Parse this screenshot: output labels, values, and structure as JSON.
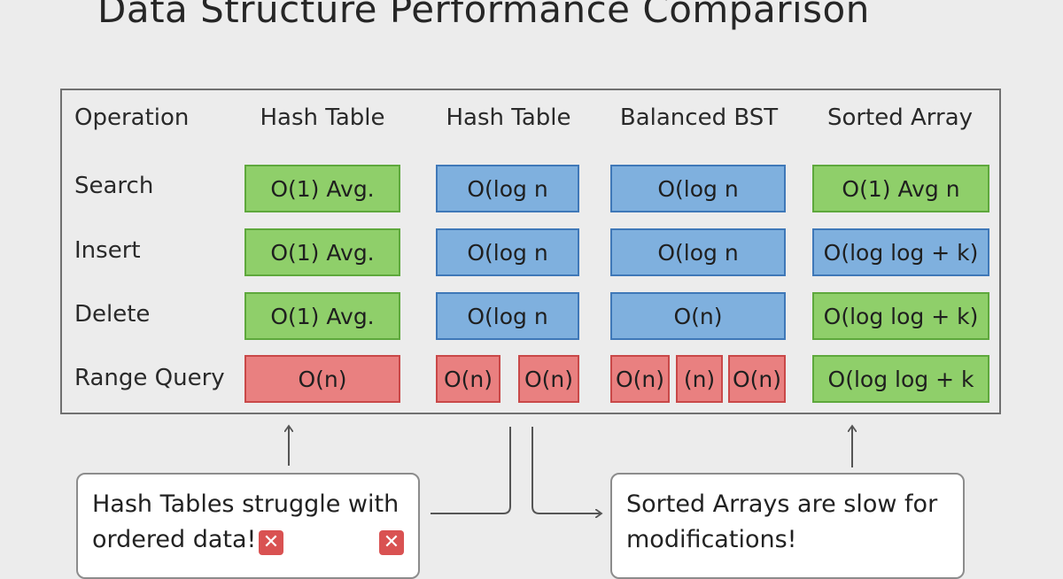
{
  "title": "Data Structure Performance Comparison",
  "headers": [
    "Operation",
    "Hash Table",
    "Hash Table",
    "Balanced BST",
    "Sorted Array"
  ],
  "rows": [
    {
      "label": "Search",
      "cells": [
        "O(1) Avg.",
        "O(log n",
        "O(log n",
        "O(1) Avg n"
      ]
    },
    {
      "label": "Insert",
      "cells": [
        "O(1) Avg.",
        "O(log n",
        "O(log n",
        "O(log log + k)"
      ]
    },
    {
      "label": "Delete",
      "cells": [
        "O(1) Avg.",
        "O(log n",
        "O(n)",
        "O(log log + k)"
      ]
    },
    {
      "label": "Range Query",
      "cells": [
        "O(n)",
        "O(n)",
        "O(n)",
        "O(n)",
        "(n)",
        "O(n)",
        "O(log log + k"
      ]
    }
  ],
  "callouts": {
    "left_line1": "Hash Tables struggle with",
    "left_line2": "ordered data!",
    "right_line1": "Sorted Arrays are slow for",
    "right_line2": "modifications!"
  },
  "icons": {
    "left_x1": "✕",
    "left_x2": "✕"
  },
  "colors": {
    "fast": "#8fcf6a",
    "medium": "#7fb0de",
    "slow": "#e98080"
  }
}
